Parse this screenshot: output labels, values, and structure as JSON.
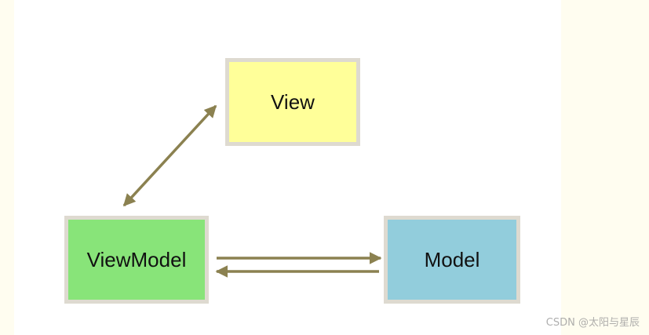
{
  "diagram": {
    "nodes": [
      {
        "id": "view",
        "label": "View",
        "fill": "#ffff99"
      },
      {
        "id": "viewmodel",
        "label": "ViewModel",
        "fill": "#88e479"
      },
      {
        "id": "model",
        "label": "Model",
        "fill": "#92cddc"
      }
    ],
    "edges": [
      {
        "from": "viewmodel",
        "to": "view",
        "direction": "bidirectional"
      },
      {
        "from": "viewmodel",
        "to": "model",
        "direction": "forward"
      },
      {
        "from": "model",
        "to": "viewmodel",
        "direction": "forward"
      }
    ],
    "border_color": "#dedad0",
    "arrow_color": "#8b8150"
  },
  "watermark": "CSDN @太阳与星辰"
}
